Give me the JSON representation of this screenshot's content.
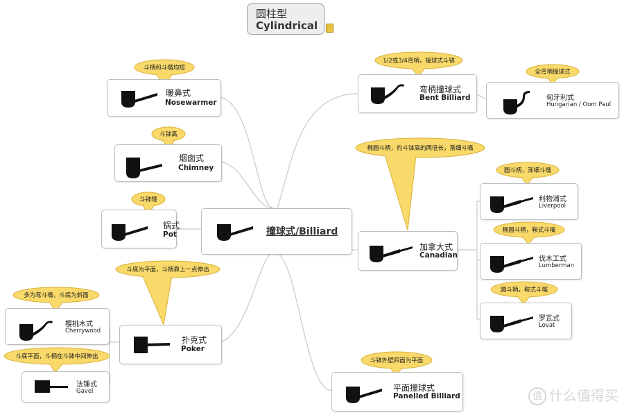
{
  "title": {
    "zh": "圆柱型",
    "en": "Cylindrical"
  },
  "center": {
    "label": "撞球式/Billiard"
  },
  "nodes": {
    "nosewarmer": {
      "zh": "暖鼻式",
      "en": "Nosewarmer",
      "callout": "斗柄和斗嘴均短"
    },
    "chimney": {
      "zh": "烟囱式",
      "en": "Chimney",
      "callout": "斗钵高"
    },
    "pot": {
      "zh": "锅式",
      "en": "Pot",
      "callout": "斗钵矮"
    },
    "poker": {
      "zh": "扑克式",
      "en": "Poker",
      "callout": "斗底为平面，斗柄靠上一点伸出"
    },
    "cherrywood": {
      "zh": "樱桃木式",
      "en": "Cherrywood",
      "callout": "多为弯斗嘴，斗底为斜面"
    },
    "gavel": {
      "zh": "法锤式",
      "en": "Gavel",
      "callout": "斗底平面，斗柄在斗钵中间伸出"
    },
    "bent_billiard": {
      "zh": "弯柄撞球式",
      "en": "Bent Billiard",
      "callout": "1/2或3/4弯柄，撞球式斗钵"
    },
    "hungarian": {
      "zh": "匈牙利式",
      "en": "Hungarian / Oom Paul",
      "callout": "全弯柄撞球式"
    },
    "canadian": {
      "zh": "加拿大式",
      "en": "Canadian",
      "callout": "椭圆斗柄，约斗钵高的两倍长，渐细斗嘴"
    },
    "liverpool": {
      "zh": "利物浦式",
      "en": "Liverpool",
      "callout": "圆斗柄，渐细斗嘴"
    },
    "lumberman": {
      "zh": "伐木工式",
      "en": "Lumberman",
      "callout": "椭圆斗柄，鞍式斗嘴"
    },
    "lovat": {
      "zh": "罗瓦式",
      "en": "Lovat",
      "callout": "圆斗柄，鞍式斗嘴"
    },
    "panelled_billiard": {
      "zh": "平面撞球式",
      "en": "Panelled Billiard",
      "callout": "斗钵外壁四面为平面"
    }
  },
  "watermark": {
    "text": "什么值得买",
    "icon": "值"
  },
  "colors": {
    "callout_fill": "#f9d96a",
    "callout_stroke": "#d9b23a",
    "line": "#c8c8c8",
    "pipe": "#111111"
  }
}
